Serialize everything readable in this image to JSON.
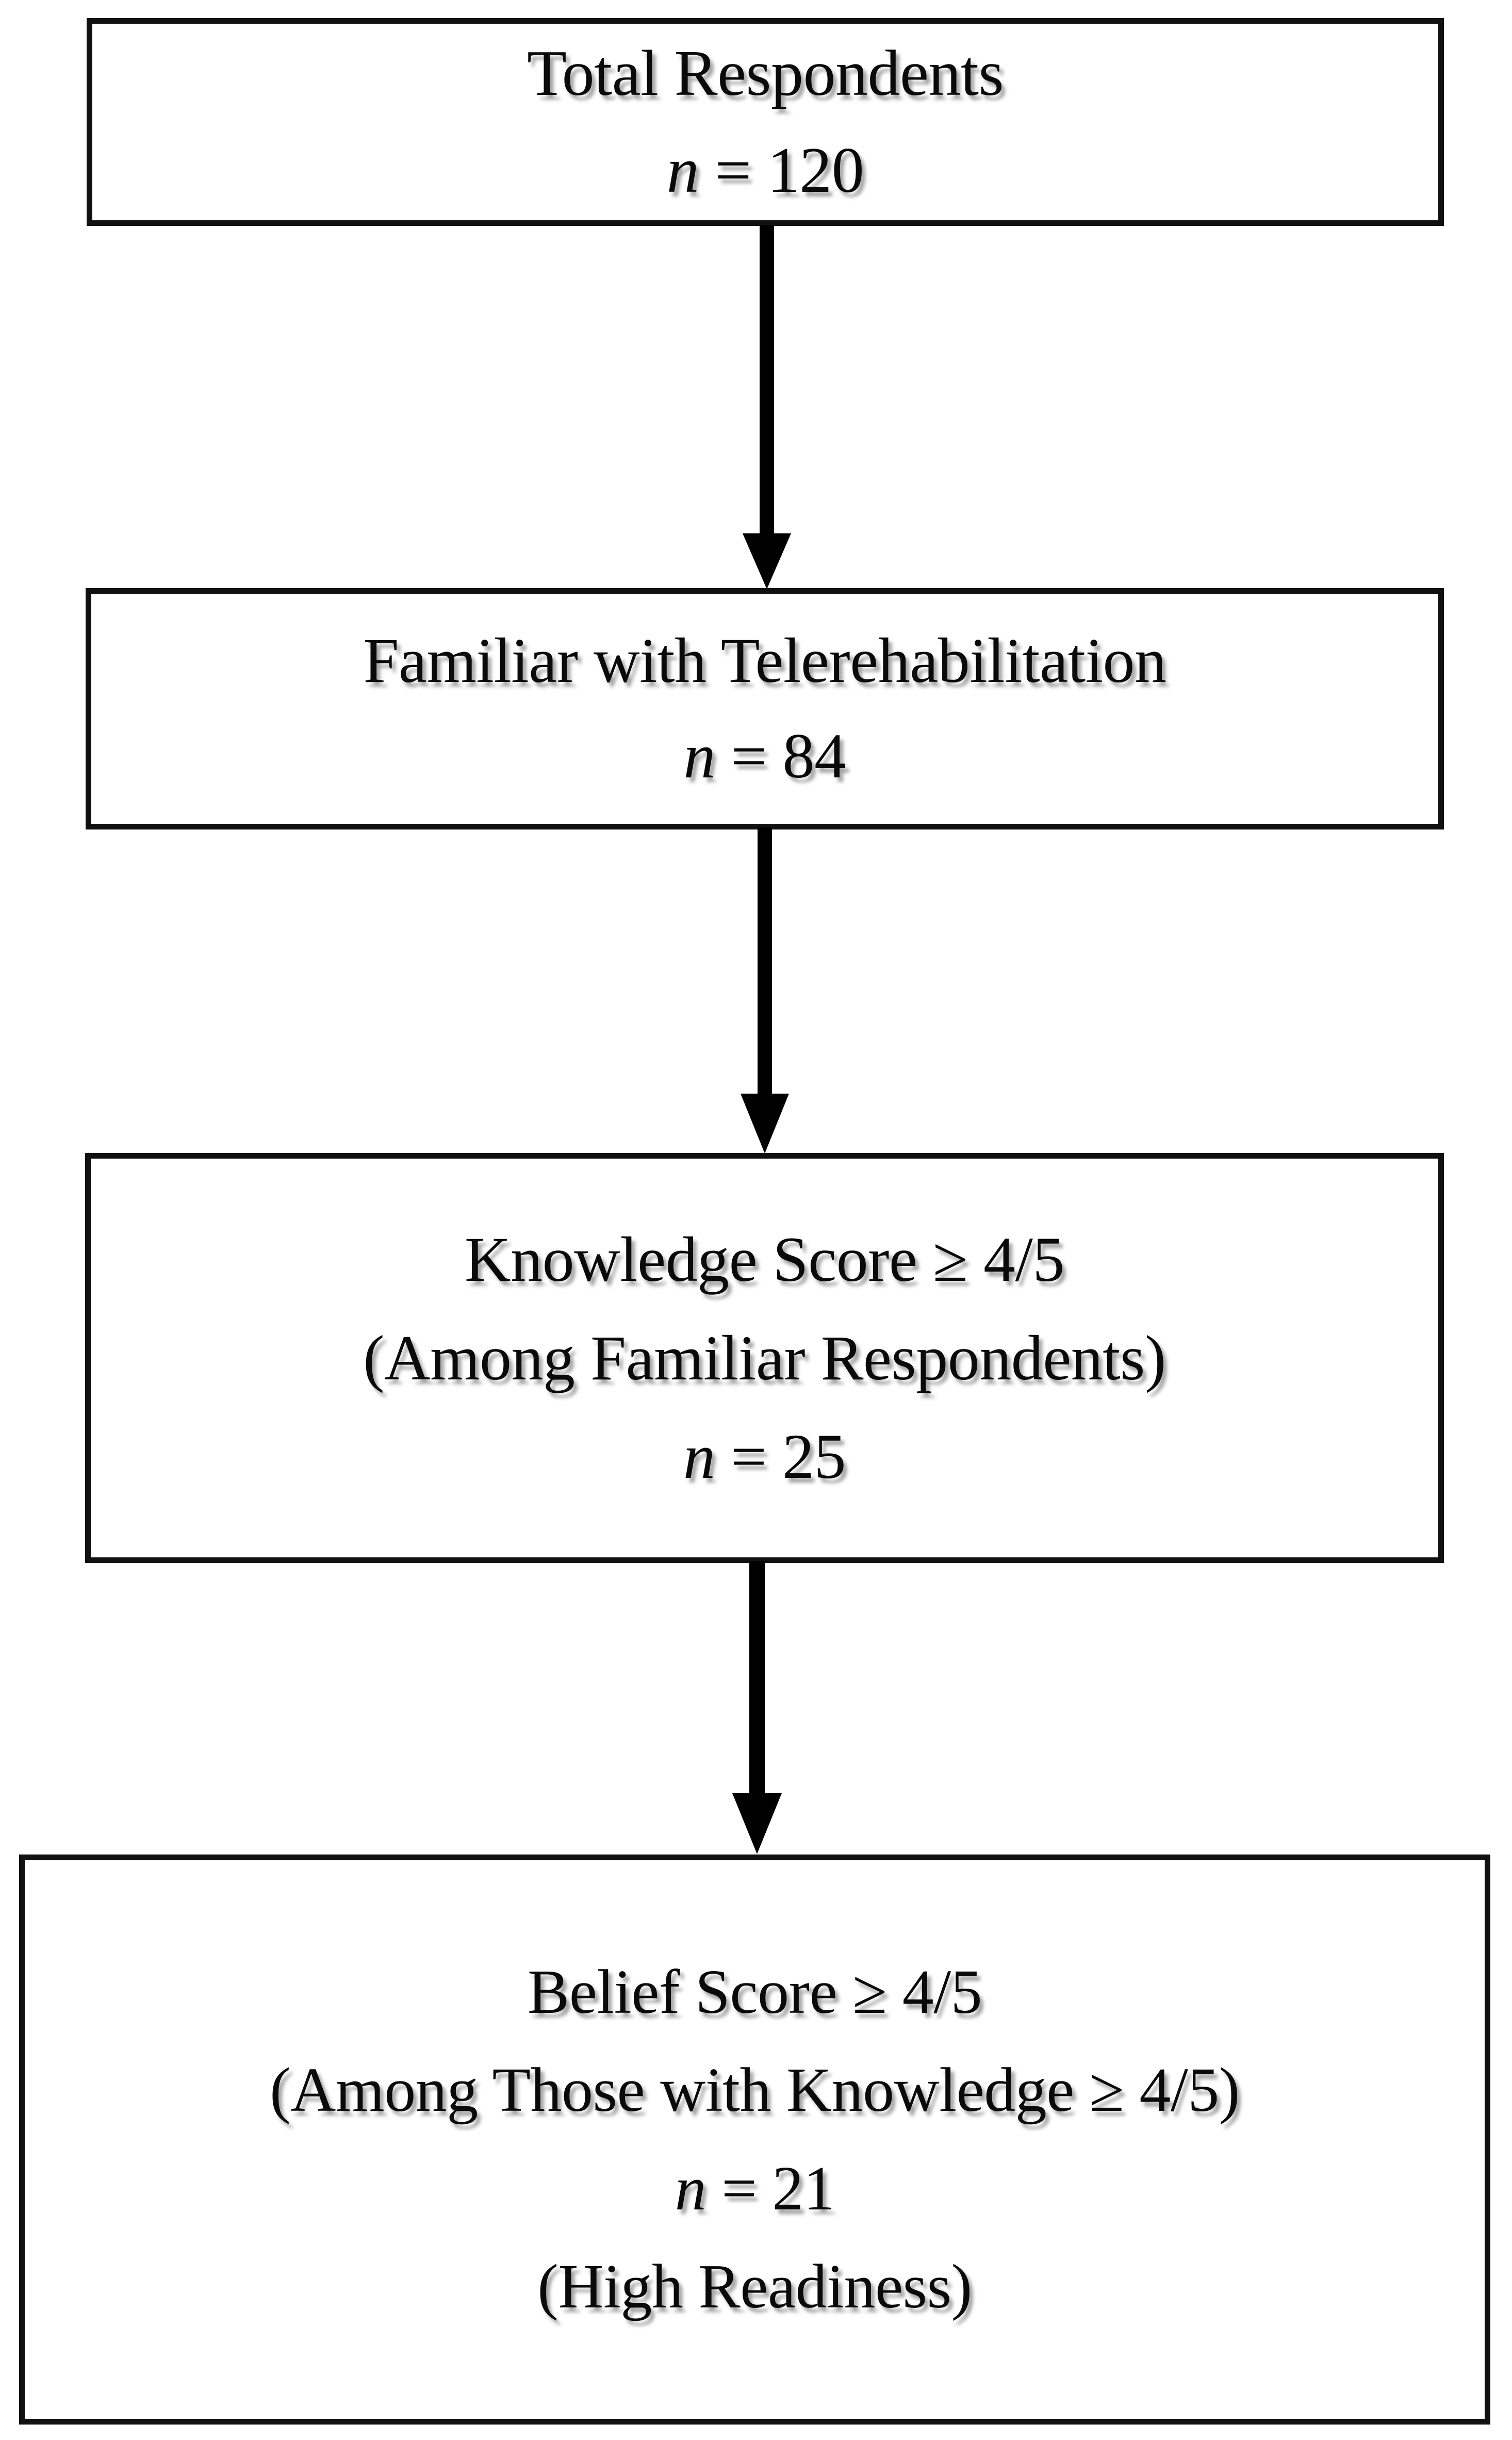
{
  "figure": {
    "type": "flowchart",
    "orientation": "vertical-top-down",
    "background_color": "#ffffff",
    "line_color": "#000000",
    "text_color": "#0a0a0a"
  },
  "nodes": [
    {
      "id": "total-respondents",
      "title": "Total Respondents",
      "count_label": "n",
      "count_separator": " = ",
      "count_value": "120",
      "count_text": "n = 120"
    },
    {
      "id": "familiar-with-telerehabilitation",
      "title": "Familiar with Telerehabilitation",
      "count_label": "n",
      "count_separator": " = ",
      "count_value": "84",
      "count_text": "n = 84"
    },
    {
      "id": "knowledge-score",
      "title": "Knowledge Score ≥ 4/5",
      "subtitle": "(Among Familiar Respondents)",
      "count_label": "n",
      "count_separator": " = ",
      "count_value": "25",
      "count_text": "n = 25"
    },
    {
      "id": "belief-score",
      "title": "Belief Score ≥ 4/5",
      "subtitle": "(Among Those with Knowledge ≥ 4/5)",
      "count_label": "n",
      "count_separator": " = ",
      "count_value": "21",
      "count_text": "n = 21",
      "footnote": "(High Readiness)"
    }
  ],
  "connectors": [
    {
      "id": "arrow-total-to-familiar",
      "from": "total-respondents",
      "to": "familiar-with-telerehabilitation",
      "style": "solid-down-arrow"
    },
    {
      "id": "arrow-familiar-to-knowledge",
      "from": "familiar-with-telerehabilitation",
      "to": "knowledge-score",
      "style": "solid-down-arrow"
    },
    {
      "id": "arrow-knowledge-to-belief",
      "from": "knowledge-score",
      "to": "belief-score",
      "style": "solid-down-arrow"
    }
  ],
  "chart_data": {
    "type": "funnel",
    "title": "",
    "categories": [
      "Total Respondents",
      "Familiar with Telerehabilitation",
      "Knowledge Score ≥ 4/5 (Among Familiar Respondents)",
      "Belief Score ≥ 4/5 (Among Those with Knowledge ≥ 4/5) — High Readiness"
    ],
    "values": [
      120,
      84,
      25,
      21
    ],
    "xlabel": "",
    "ylabel": "n",
    "annotations": [
      "(High Readiness)"
    ]
  }
}
